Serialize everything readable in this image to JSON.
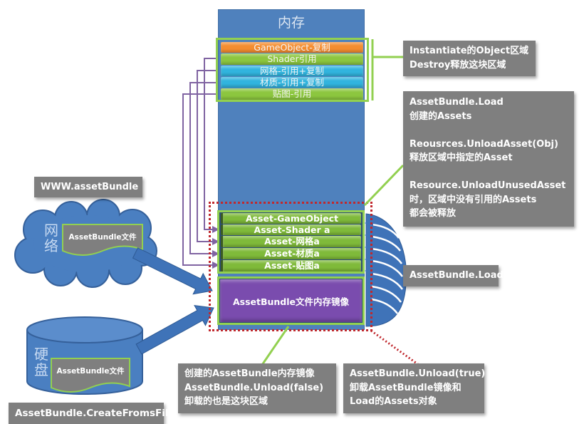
{
  "memory": {
    "title": "内存"
  },
  "object_region": {
    "items": [
      {
        "label": "GameObject-复制",
        "color": "#f58d30"
      },
      {
        "label": "Shader引用",
        "color": "#8cc63f"
      },
      {
        "label": "网格-引用+复制",
        "color": "#31b4de"
      },
      {
        "label": "材质-引用+复制",
        "color": "#31b4de"
      },
      {
        "label": "贴图-引用",
        "color": "#8cc63f"
      }
    ]
  },
  "asset_region": {
    "items": [
      {
        "label": "Asset-GameObject",
        "color": "#7fba3a"
      },
      {
        "label": "Asset-Shader a",
        "color": "#7fba3a"
      },
      {
        "label": "Asset-网格a",
        "color": "#7fba3a"
      },
      {
        "label": "Asset-材质a",
        "color": "#7fba3a"
      },
      {
        "label": "Asset-贴图a",
        "color": "#7fba3a"
      }
    ]
  },
  "bundle_mirror": {
    "label": "AssetBundle文件内存镜像",
    "color": "#7a4cae"
  },
  "callouts": {
    "instantiate": {
      "lines": [
        "Instantiate的Object区域",
        "Destroy释放这块区域"
      ]
    },
    "assets": {
      "paragraphs": [
        {
          "lines": [
            "AssetBundle.Load",
            "创建的Assets"
          ]
        },
        {
          "lines": [
            "Reousrces.UnloadAsset(Obj)",
            "释放区域中指定的Asset"
          ]
        },
        {
          "lines": [
            "Resource.UnloadUnusedAsset",
            "时，区域中没有引用的Assets",
            "都会被释放"
          ]
        }
      ]
    },
    "load": "AssetBundle.Load",
    "unload_false": {
      "lines": [
        "创建的AssetBundle内存镜像",
        "AssetBundle.Unload(false)",
        "卸载的也是这块区域"
      ]
    },
    "unload_true": {
      "lines": [
        "AssetBundle.Unload(true)",
        "卸载AssetBundle镜像和",
        "Load的Assets对象"
      ]
    },
    "www": "WWW.assetBundle",
    "create_from_file": "AssetBundle.CreateFromsFile"
  },
  "network": {
    "label_lines": [
      "网",
      "络"
    ],
    "file_label": "AssetBundle文件"
  },
  "disk": {
    "label_lines": [
      "硬",
      "盘"
    ],
    "file_label": "AssetBundle文件"
  },
  "colors": {
    "memory_blue": "#4f81bd",
    "callout_gray": "#7f7f7f",
    "highlight_green": "#92d050",
    "unload_red": "#c0282d",
    "reference_purple": "#8064a2",
    "source_blue": "#4a7fc1"
  }
}
